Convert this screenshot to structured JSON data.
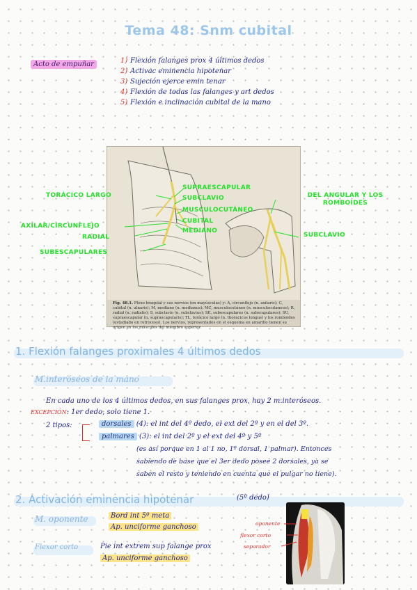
{
  "title": "Tema 48: Snm cubital",
  "intro": {
    "tag": "Acto de empuñar",
    "items": [
      {
        "num": "1)",
        "text": "Flexión falanges prox 4 últimos dedos"
      },
      {
        "num": "2)",
        "text": "Activac eminencia hipotenar"
      },
      {
        "num": "3)",
        "text": "Sujeción ejerce emin tenar"
      },
      {
        "num": "4)",
        "text": "Flexión de todas las falanges y art dedos"
      },
      {
        "num": "5)",
        "text": "Flexión e inclinación cubital de la mano"
      }
    ]
  },
  "figure": {
    "labels_left": [
      "TORÁCICO LARGO",
      "AXILAR/CIRCUNFLEJO",
      "RADIAL",
      "SUBESCAPULARES"
    ],
    "labels_mid": [
      "SUPRAESCAPULAR",
      "SUBCLAVIO",
      "MUSCULOCUTÁNEO",
      "CUBITAL",
      "MEDIANO"
    ],
    "labels_right": [
      "DEL ANGULAR Y LOS ROMBOIDES",
      "SUBCLAVIO"
    ],
    "caption_bold": "Fig. 48.1.",
    "caption": "Plexo braquial y sus nervios (en mayúsculas) y: A, circunflejo (n. axilaris); C, cubital (n. ulnaris); M, mediano (n. medianus); MC, musculocutáneo (n. musculocutaneus); R, radial (n. radialis); S, subclavio (n. subclavius); SE, subescapulares (n. subscapulares); SU, supraescapular (n. suprascapularis); TL, torácico largo (n. thoracicus longus) y los romboides (estudiado en retroceso). Los nervios, representados en el esquema en amarillo tienen su origen en los músculos del miembro superior."
  },
  "section1": {
    "heading": "1. Flexión falanges proximales 4 últimos dedos",
    "sub": "M.interóseos de la mano",
    "line1": "En cada uno de los 4 últimos dedos, en sus falanges prox, hay 2 m.interóseos.",
    "exception_label": "EXCEPCIÓN",
    "exception_text": ": 1er dedo, solo tiene 1.",
    "types_label": "2 tipos:",
    "type1_tag": "dorsales",
    "type1_num": "(4):",
    "type1_text": "el int del 4º dedo, el ext del 2º y en el del 3º.",
    "type2_tag": "palmares",
    "type2_num": "(3):",
    "type2_text": "el int del 2º y el ext del 4º y 5º",
    "note1": "(es así porque en 1 al 1 no, 1º dorsal, 1 palmar). Entonces",
    "note2": "sabiendo de base que el 3er dedo posee 2 dorsales, ya se",
    "note3": "saben el resto y teniendo en cuenta que el pulgar no tiene)."
  },
  "section2": {
    "heading": "2. Activación eminencia hipotenar",
    "heading_note": "(5º dedo)",
    "m1_label": "M. oponente",
    "m1_line1": "Bord int 5º meta",
    "m1_line2": "Ap. unciforme ganchoso",
    "m2_label": "Flexor corto",
    "m2_line1": "Pie int extrem sup falange prox",
    "m2_line2": "Ap. unciforme ganchoso",
    "photo_labels": [
      "oponente",
      "flexor corto",
      "separador"
    ]
  }
}
